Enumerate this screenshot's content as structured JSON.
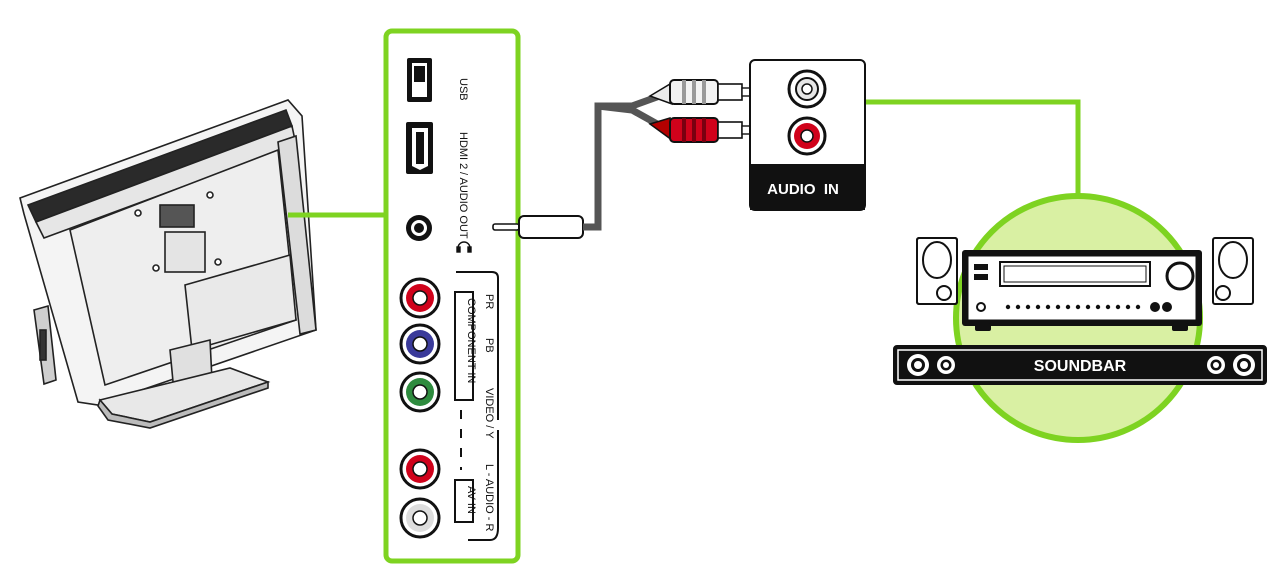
{
  "panel": {
    "usb_label": "USB",
    "hdmi_label": "HDMI 2",
    "audio_out_label": "/ AUDIO OUT",
    "component_in_label": "COMPONENT IN",
    "pr_label": "PR",
    "pb_label": "PB",
    "video_y_label": "VIDEO / Y",
    "av_in_label": "AV IN",
    "audio_lr_label": "L - AUDIO - R"
  },
  "audio_in_box": {
    "label": "AUDIO  IN"
  },
  "soundbar": {
    "label": "SOUNDBAR"
  },
  "colors": {
    "highlight_green": "#7ed321",
    "bubble_fill": "#d9f0a3",
    "jack_red": "#d0021b",
    "jack_blue": "#3a3a9a",
    "jack_green": "#2e8b3e",
    "jack_white": "#dddddd",
    "dark": "#111111"
  },
  "icons": {
    "headphone": "headphone-icon",
    "usb": "usb-port-icon",
    "hdmi": "hdmi-port-icon"
  }
}
